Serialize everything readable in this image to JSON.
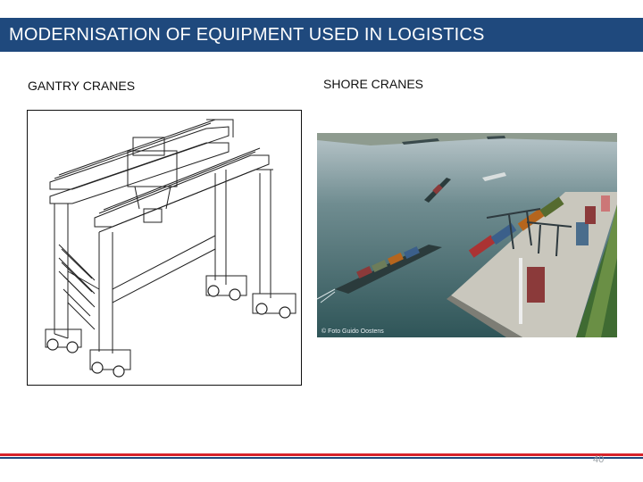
{
  "slide": {
    "title": "MODERNISATION OF EQUIPMENT USED IN LOGISTICS",
    "left_label": "GANTRY CRANES",
    "right_label": "SHORE CRANES",
    "photo_credit": "© Foto Guido Oostens",
    "page_number": "40"
  },
  "colors": {
    "title_bar": "#1f497d",
    "footer_red": "#d6222a",
    "footer_blue": "#1f497d"
  },
  "images": {
    "gantry": "gantry-crane-line-drawing",
    "shore": "aerial-port-photo-with-shore-cranes"
  }
}
